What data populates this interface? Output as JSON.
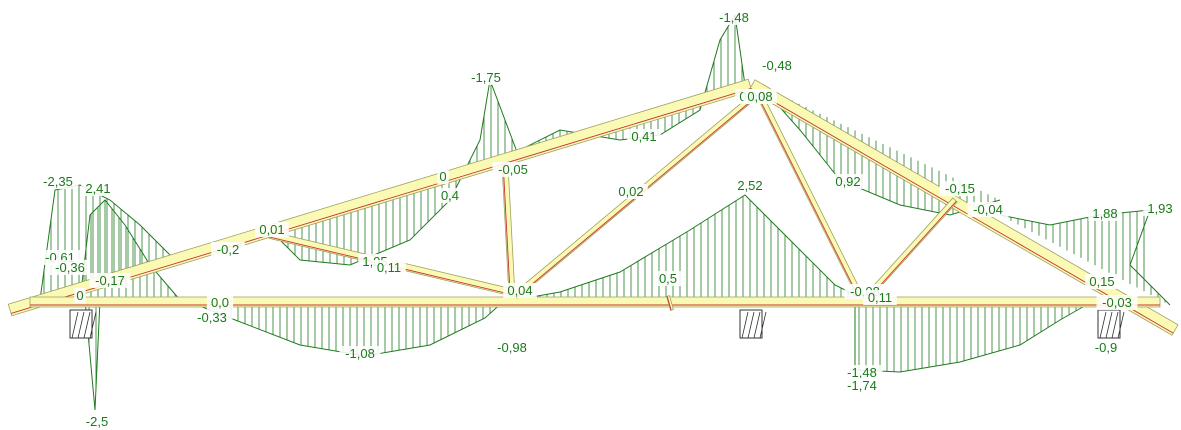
{
  "colors": {
    "diagram": "#1f7a1f",
    "label": "#1a7a1a",
    "member_fill": "#fafab4",
    "member_axis": "#c83232"
  },
  "values": [
    "-1,48",
    "-0,48",
    "0,03",
    "0,08",
    "-1,75",
    "0,41",
    "-0,05",
    "0,02",
    "0,92",
    "-0,15",
    "-0,04",
    "0",
    "0,4",
    "2,52",
    "-2,35",
    "2,41",
    "0,01",
    "-0,2",
    "-0,61",
    "-0,36",
    "-0,17",
    "1,05",
    "0,11",
    "0",
    "0,04",
    "0,5",
    "0,0",
    "-0,33",
    "-1,08",
    "-0,98",
    "1,88",
    "1,93",
    "0,15",
    "-0,03",
    "-0,08",
    "0,11",
    "-1,48",
    "-1,74",
    "-0,9",
    "-2,5"
  ]
}
